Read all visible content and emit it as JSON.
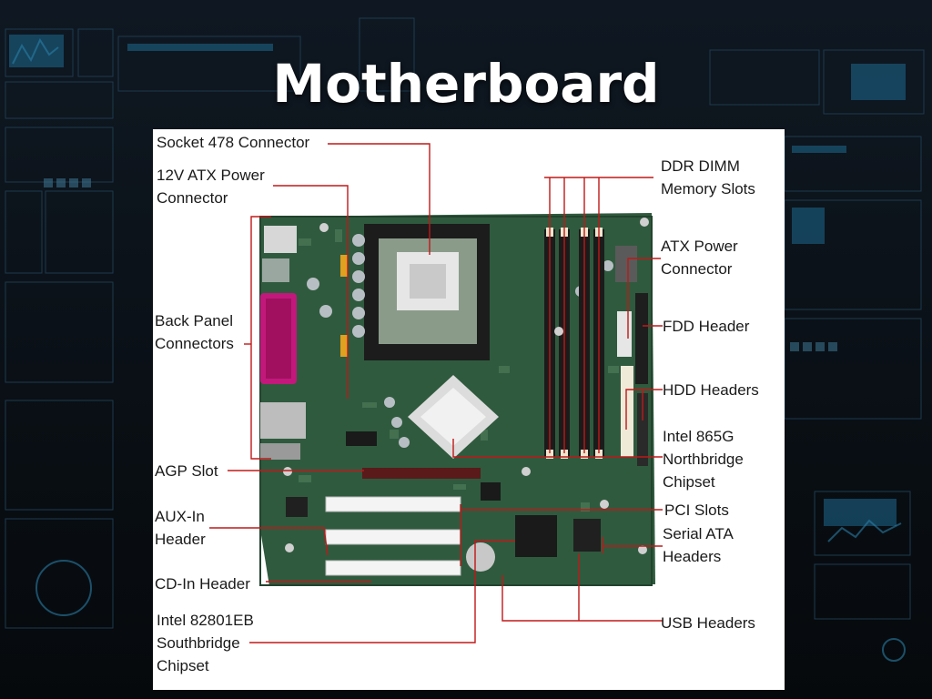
{
  "slide": {
    "title": "Motherboard"
  },
  "colors": {
    "background": "#0b0f14",
    "accent_ui": "#1d6a90",
    "leader_line": "#c01818",
    "board_green": "#2f5a3e",
    "panel": "#ffffff"
  },
  "labels": {
    "socket": "Socket 478 Connector",
    "atx12v": "12V ATX Power\nConnector",
    "backpanel": "Back Panel\nConnectors",
    "agp": "AGP Slot",
    "auxin": "AUX-In\nHeader",
    "cdin": "CD-In Header",
    "southbridge": "Intel 82801EB\nSouthbridge\nChipset",
    "ddr": "DDR DIMM\nMemory Slots",
    "atxpower": "ATX Power\nConnector",
    "fdd": "FDD Header",
    "hdd": "HDD Headers",
    "northbridge": "Intel 865G\nNorthbridge\nChipset",
    "pci": "PCI Slots",
    "sata": "Serial ATA\nHeaders",
    "usb": "USB Headers"
  }
}
